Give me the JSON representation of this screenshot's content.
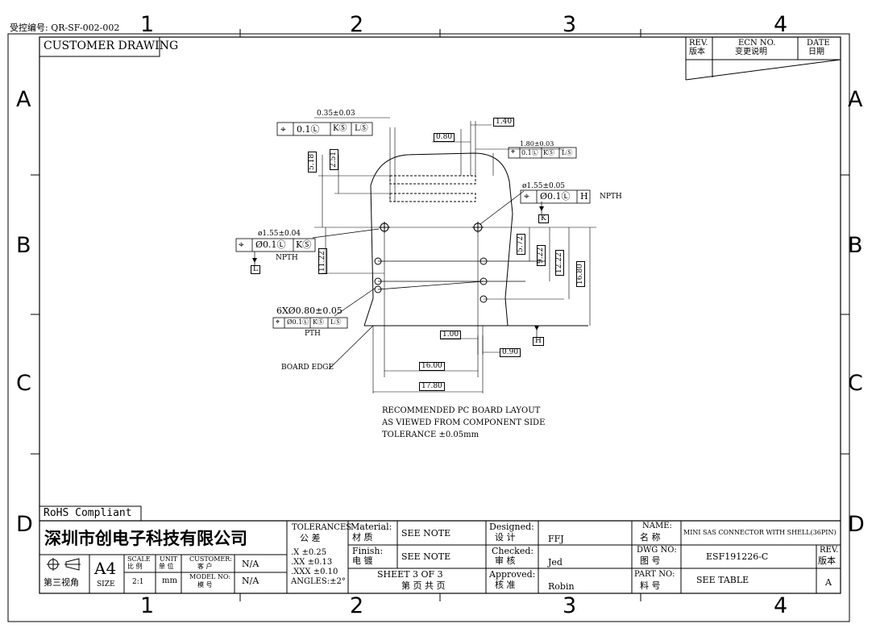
{
  "header": {
    "control_no": "受控编号: QR-SF-002-002",
    "customer_drawing": "CUSTOMER DRAWING"
  },
  "zones": {
    "cols": [
      "1",
      "2",
      "3",
      "4"
    ],
    "rows": [
      "A",
      "B",
      "C",
      "D"
    ]
  },
  "revision_block": {
    "rev_label": "REV.",
    "rev_cn": "版本",
    "ecn_label": "ECN NO.",
    "ecn_cn": "变更说明",
    "date_label": "DATE",
    "date_cn": "日期"
  },
  "dims": {
    "d035": "0.35±0.03",
    "fcf_top": [
      "0.1Ⓛ",
      "KⓈ",
      "LⓈ"
    ],
    "d140": "1.40",
    "d080": "0.80",
    "d180": "1.80±0.03",
    "fcf_right": [
      "0.1Ⓛ",
      "KⓈ",
      "LⓈ"
    ],
    "d518": "5.18",
    "d251": "2.51",
    "d155r": "ø1.55±0.05",
    "fcf_155r": "Ø0.1Ⓛ",
    "datum_h": "H",
    "npth_r": "NPTH",
    "datum_k": "K",
    "d155l": "ø1.55±0.04",
    "fcf_155l": "Ø0.1Ⓛ",
    "fcf_155l_ref": "KⓈ",
    "npth_l": "NPTH",
    "datum_l": "L",
    "d1122": "11.22",
    "d572": "5.72",
    "d922": "9.22",
    "d1222": "12.22",
    "d1680": "16.80",
    "d6x080": "6XØ0.80±0.05",
    "fcf_6x": [
      "Ø0.1Ⓛ",
      "KⓈ",
      "LⓈ"
    ],
    "pth": "PTH",
    "d100": "1.00",
    "d090": "0.90",
    "datum_h2": "H",
    "board_edge": "BOARD EDGE",
    "d1600": "16.00",
    "d1780": "17.80"
  },
  "notes": {
    "line1": "RECOMMENDED PC BOARD LAYOUT",
    "line2": "AS VIEWED FROM COMPONENT SIDE",
    "line3": "TOLERANCE ±0.05mm"
  },
  "rohs": "RoHS Compliant",
  "title_block": {
    "company": "深圳市创电子科技有限公司",
    "tolerances_label": "TOLERANCES",
    "tolerances_cn": "公  差",
    "tol_x": ".X    ±0.25",
    "tol_xx": ".XX   ±0.13",
    "tol_xxx": ".XXX ±0.10",
    "tol_ang": "ANGLES:±2°",
    "material_label": "Material:",
    "material_cn": "材  质",
    "material_value": "SEE NOTE",
    "finish_label": "Finish:",
    "finish_cn": "电  镀",
    "finish_value": "SEE NOTE",
    "sheet": "SHEET  3  OF  3",
    "sheet_cn": "第 页  共 页",
    "designed_label": "Designed:",
    "designed_cn": "设  计",
    "designed_value": "FFJ",
    "checked_label": "Checked:",
    "checked_cn": "审  核",
    "checked_value": "Jed",
    "approved_label": "Approved:",
    "approved_cn": "核  准",
    "approved_value": "Robin",
    "name_label": "NAME:",
    "name_cn": "名  称",
    "name_value": "MINI SAS CONNECTOR WITH SHELL(36PIN)",
    "dwg_label": "DWG NO:",
    "dwg_cn": "图  号",
    "dwg_value": "ESF191226-C",
    "part_label": "PART NO:",
    "part_cn": "料  号",
    "part_value": "SEE  TABLE",
    "rev_label": "REV.",
    "rev_cn": "版本",
    "rev_value": "A",
    "projection": "第三视角",
    "size_value": "A4",
    "size_label": "SIZE",
    "scale_label": "SCALE",
    "scale_cn": "比 例",
    "scale_value": "2:1",
    "unit_label": "UNIT",
    "unit_cn": "单 位",
    "unit_value": "mm",
    "customer_label": "CUSTOMER:",
    "customer_cn": "客 户",
    "customer_value": "N/A",
    "model_label": "MODEL NO:",
    "model_cn": "模 号",
    "model_value": "N/A"
  }
}
